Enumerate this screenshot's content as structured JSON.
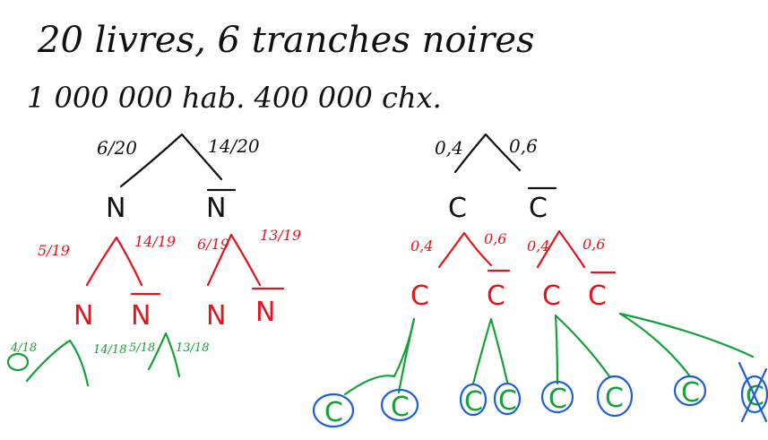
{
  "header": {
    "line1": "20 livres, 6 tranches noires",
    "line2": "1 000 000 hab.  400 000 chx."
  },
  "tree_left": {
    "root_left_weight": "6/20",
    "root_right_weight": "14/20",
    "node_left": "N",
    "node_right": "N",
    "level2": [
      {
        "w_left": "5/19",
        "w_right": "14/19",
        "left": "N",
        "right": "N"
      },
      {
        "w_left": "6/19",
        "w_right": "13/19",
        "left": "N",
        "right": "N"
      }
    ],
    "level3": [
      {
        "w_left": "4/18",
        "w_right": "14/18"
      },
      {
        "w_left": "5/18",
        "w_right": "13/18"
      }
    ]
  },
  "tree_right": {
    "root_left_weight": "0,4",
    "root_right_weight": "0,6",
    "node_left": "C",
    "node_right": "C",
    "level2": [
      {
        "w_left": "0,4",
        "w_right": "0,6",
        "left": "C",
        "right": "C"
      },
      {
        "w_left": "0,4",
        "w_right": "0,6",
        "left": "C",
        "right": "C"
      }
    ],
    "leaves": [
      "C",
      "C",
      "C",
      "C",
      "C",
      "C",
      "C",
      "C"
    ]
  },
  "colors": {
    "black": "#111111",
    "red": "#e3141e",
    "green": "#15a03a",
    "blue": "#1e5fd6"
  }
}
